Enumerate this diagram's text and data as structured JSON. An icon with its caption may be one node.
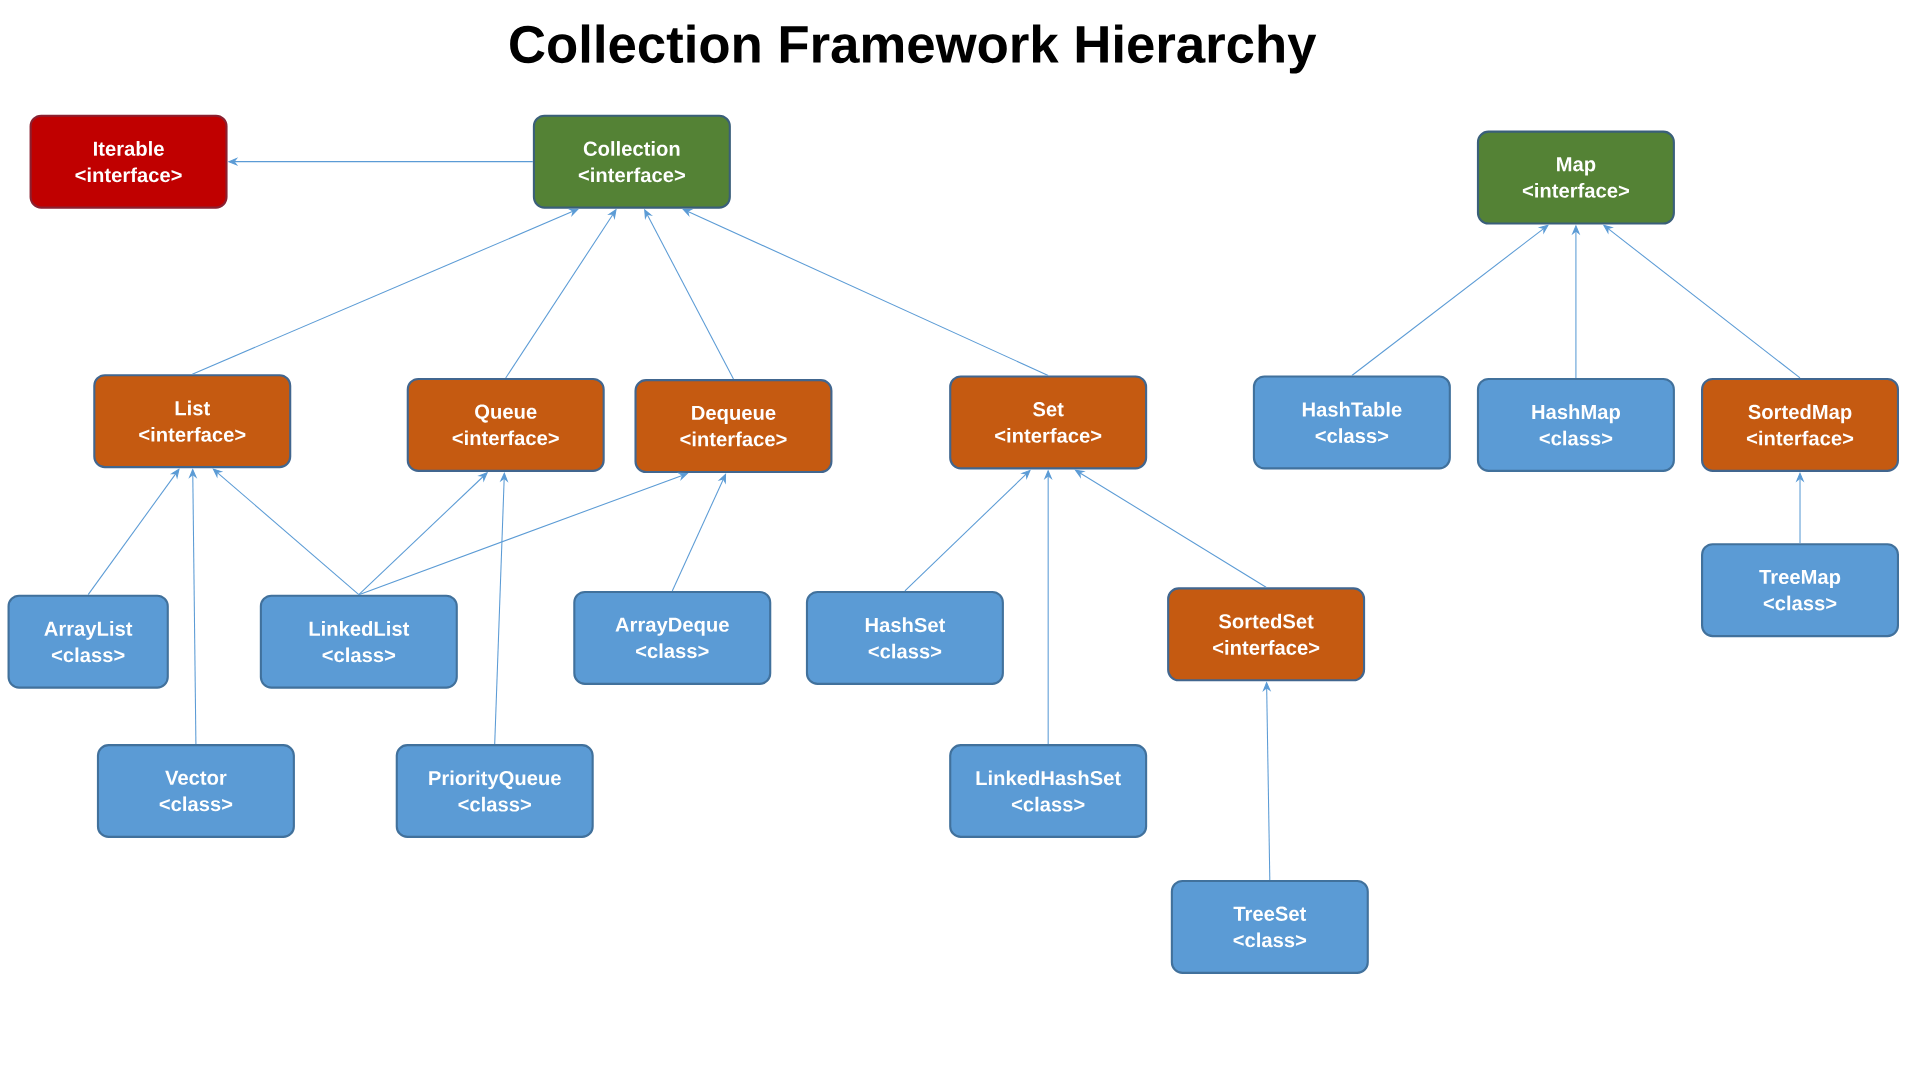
{
  "diagram": {
    "title": "Collection Framework Hierarchy",
    "nodes": [
      {
        "text": [
          "Iterable",
          "<interface>"
        ]
      },
      {
        "text": [
          "Collection",
          "<interface>"
        ]
      },
      {
        "text": [
          "Map",
          "<interface>"
        ]
      },
      {
        "text": [
          "List",
          "<interface>"
        ]
      },
      {
        "text": [
          "Queue",
          "<interface>"
        ]
      },
      {
        "text": [
          "Dequeue",
          "<interface>"
        ]
      },
      {
        "text": [
          "Set",
          "<interface>"
        ]
      },
      {
        "text": [
          "HashTable",
          "<class>"
        ]
      },
      {
        "text": [
          "HashMap",
          "<class>"
        ]
      },
      {
        "text": [
          "SortedMap",
          "<interface>"
        ]
      },
      {
        "text": [
          "ArrayList",
          "<class>"
        ]
      },
      {
        "text": [
          "LinkedList",
          "<class>"
        ]
      },
      {
        "text": [
          "ArrayDeque",
          "<class>"
        ]
      },
      {
        "text": [
          "HashSet",
          "<class>"
        ]
      },
      {
        "text": [
          "SortedSet",
          "<interface>"
        ]
      },
      {
        "text": [
          "TreeMap",
          "<class>"
        ]
      },
      {
        "text": [
          "Vector",
          "<class>"
        ]
      },
      {
        "text": [
          "PriorityQueue",
          "<class>"
        ]
      },
      {
        "text": [
          "LinkedHashSet",
          "<class>"
        ]
      },
      {
        "text": [
          "TreeSet",
          "<class>"
        ]
      }
    ],
    "edges": [
      {
        "from": 1,
        "to": 0,
        "arrow": "to"
      },
      {
        "from": 3,
        "to": 1,
        "arrow": "to"
      },
      {
        "from": 4,
        "to": 1,
        "arrow": "to"
      },
      {
        "from": 5,
        "to": 1,
        "arrow": "to"
      },
      {
        "from": 6,
        "to": 1,
        "arrow": "to"
      },
      {
        "from": 7,
        "to": 2,
        "arrow": "to"
      },
      {
        "from": 8,
        "to": 2,
        "arrow": "to"
      },
      {
        "from": 9,
        "to": 2,
        "arrow": "to"
      },
      {
        "from": 10,
        "to": 3,
        "arrow": "to"
      },
      {
        "from": 16,
        "to": 3,
        "arrow": "to"
      },
      {
        "from": 11,
        "to": 3,
        "arrow": "to"
      },
      {
        "from": 11,
        "to": 4,
        "arrow": "to"
      },
      {
        "from": 11,
        "to": 5,
        "arrow": "to"
      },
      {
        "from": 17,
        "to": 4,
        "arrow": "to"
      },
      {
        "from": 12,
        "to": 5,
        "arrow": "to"
      },
      {
        "from": 13,
        "to": 6,
        "arrow": "to"
      },
      {
        "from": 18,
        "to": 6,
        "arrow": "to"
      },
      {
        "from": 14,
        "to": 6,
        "arrow": "to"
      },
      {
        "from": 19,
        "to": 14,
        "arrow": "to"
      },
      {
        "from": 15,
        "to": 9,
        "arrow": "to"
      }
    ]
  }
}
